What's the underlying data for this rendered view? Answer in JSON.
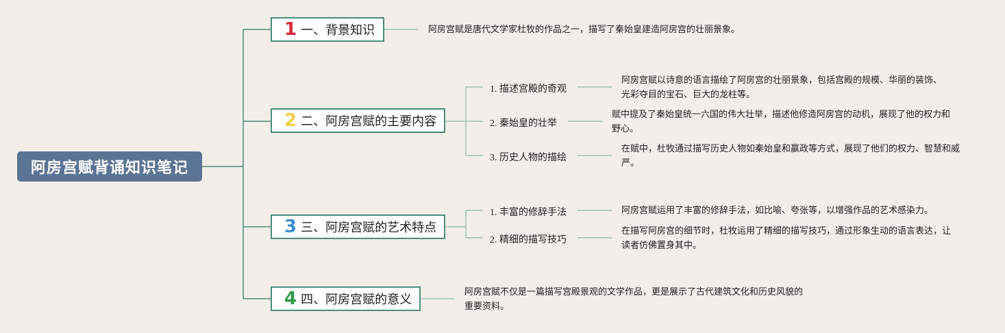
{
  "root": {
    "title": "阿房宫赋背诵知识笔记"
  },
  "branches": [
    {
      "num": "1",
      "label": "一、背景知识",
      "color": "#d9253c",
      "note": "阿房宫赋是唐代文学家杜牧的作品之一，描写了秦始皇建造阿房宫的壮丽景象。"
    },
    {
      "num": "2",
      "label": "二、阿房宫赋的主要内容",
      "color": "#f0cf4a",
      "children": [
        {
          "label": "1. 描述宫殿的奇观",
          "note": "阿房宫赋以诗意的语言描绘了阿房宫的壮丽景象，包括宫殿的规模、华丽的装饰、光彩夺目的宝石、巨大的龙柱等。"
        },
        {
          "label": "2. 秦始皇的壮举",
          "note": "赋中提及了秦始皇统一六国的伟大壮举，描述他修造阿房宫的动机，展现了他的权力和野心。"
        },
        {
          "label": "3. 历史人物的描绘",
          "note": "在赋中，杜牧通过描写历史人物如秦始皇和嬴政等方式，展现了他们的权力、智慧和威严。"
        }
      ]
    },
    {
      "num": "3",
      "label": "三、阿房宫赋的艺术特点",
      "color": "#3a8fd0",
      "children": [
        {
          "label": "1. 丰富的修辞手法",
          "note": "阿房宫赋运用了丰富的修辞手法，如比喻、夸张等，以增强作品的艺术感染力。"
        },
        {
          "label": "2. 精细的描写技巧",
          "note": "在描写阿房宫的细节时，杜牧运用了精细的描写技巧，通过形象生动的语言表达，让读者仿佛置身其中。"
        }
      ]
    },
    {
      "num": "4",
      "label": "四、阿房宫赋的意义",
      "color": "#2e9a48",
      "note": "阿房宫赋不仅是一篇描写宫殿景观的文学作品，更是展示了古代建筑文化和历史风貌的重要资料。"
    }
  ]
}
